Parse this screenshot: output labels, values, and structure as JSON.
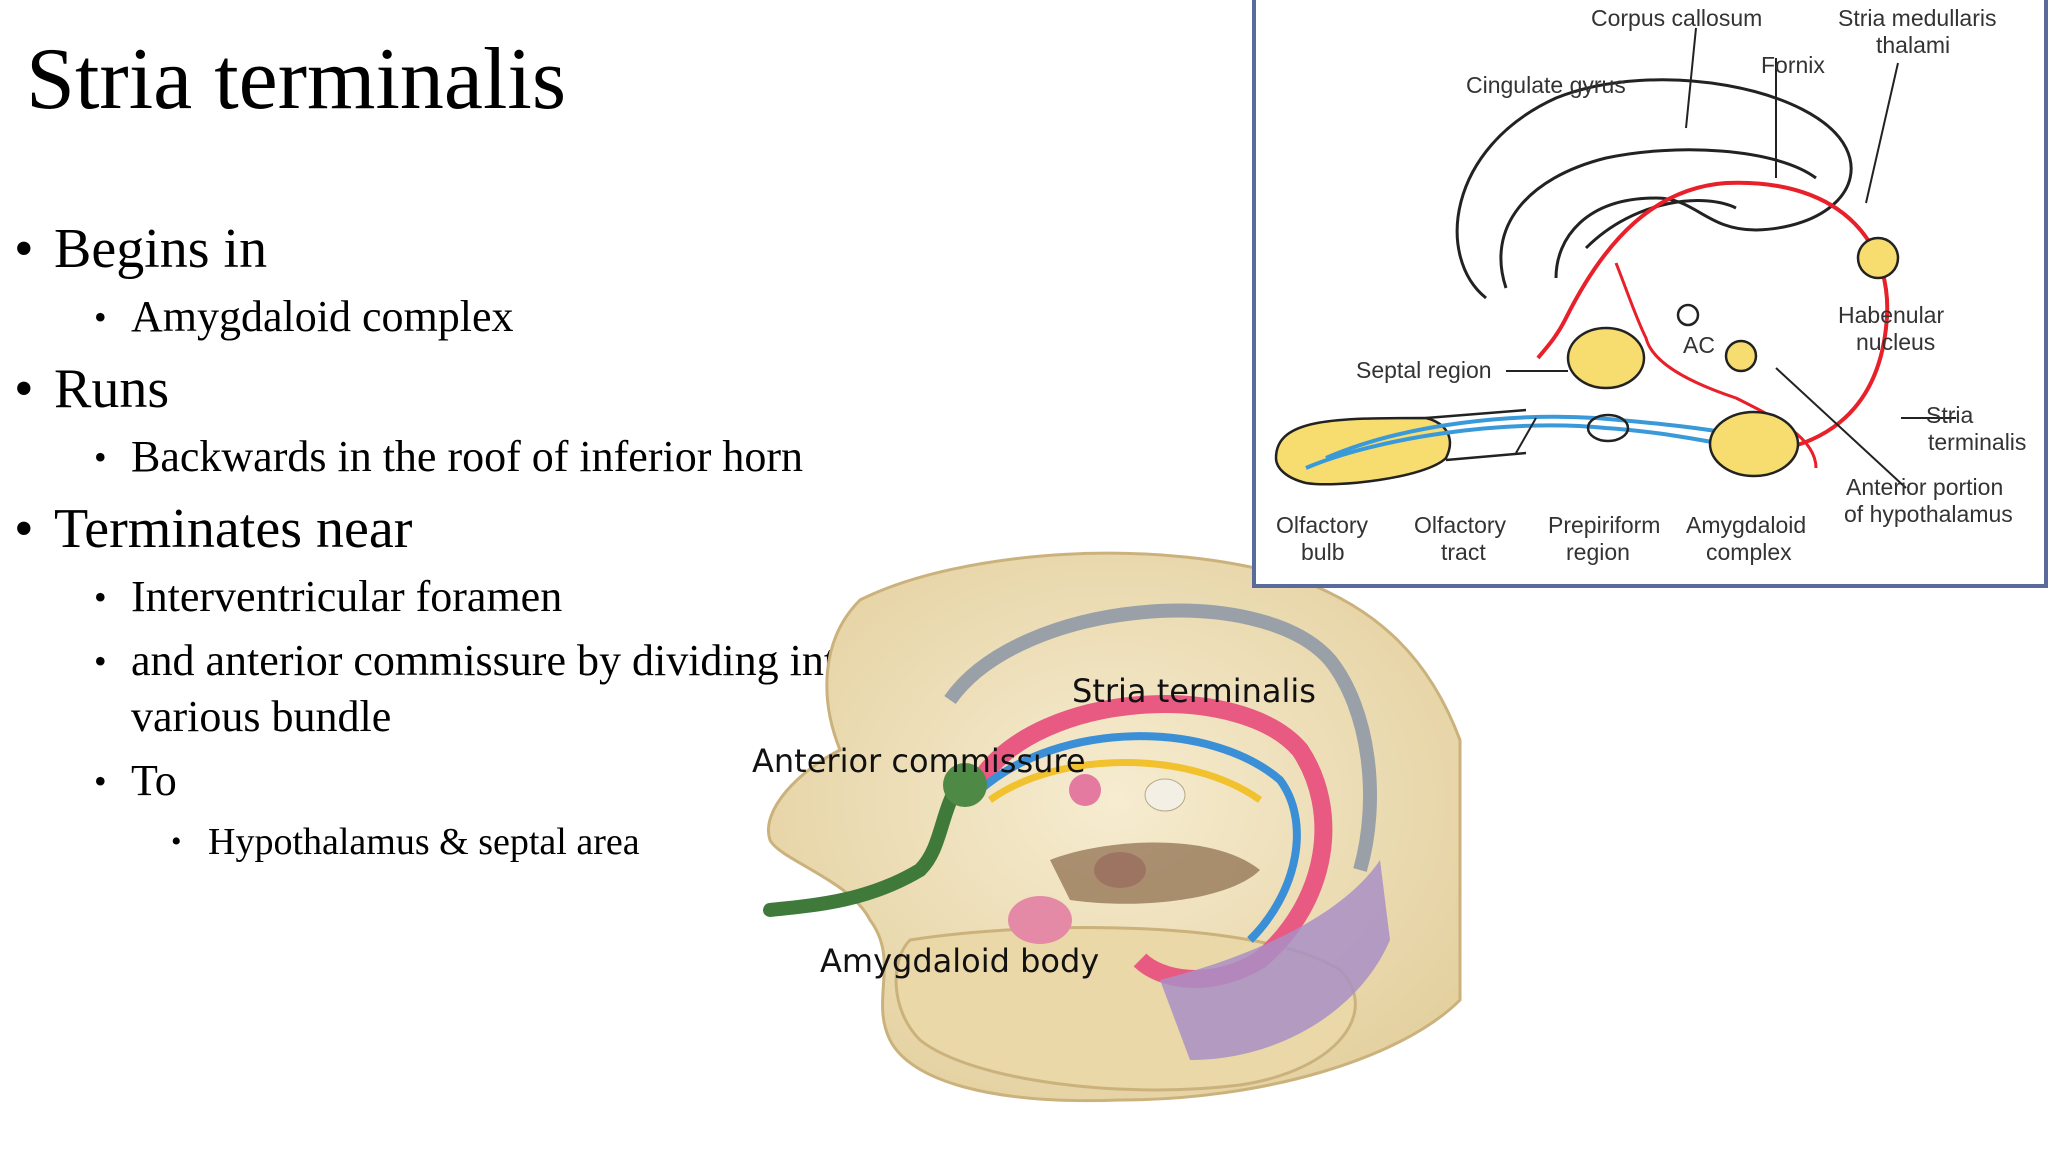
{
  "slide": {
    "title": "Stria terminalis",
    "bullets": [
      {
        "text": "Begins in",
        "subs": [
          {
            "text": "Amygdaloid complex"
          }
        ]
      },
      {
        "text": "Runs",
        "subs": [
          {
            "text": "Backwards in the roof of inferior horn"
          }
        ]
      },
      {
        "text": "Terminates near",
        "subs": [
          {
            "text": "Interventricular foramen"
          },
          {
            "text": "and anterior commissure by dividing into various bundle"
          },
          {
            "text": "To",
            "subs": [
              {
                "text": "Hypothalamus & septal area"
              }
            ]
          }
        ]
      }
    ]
  },
  "brain_labels": {
    "stria_terminalis": "Stria terminalis",
    "anterior_commissure": "Anterior commissure",
    "amygdaloid_body": "Amygdaloid body"
  },
  "inset": {
    "corpus_callosum": "Corpus callosum",
    "stria_medullaris_1": "Stria medullaris",
    "stria_medullaris_2": "thalami",
    "fornix": "Fornix",
    "cingulate_gyrus": "Cingulate gyrus",
    "habenular_1": "Habenular",
    "habenular_2": "nucleus",
    "ac": "AC",
    "septal_region": "Septal region",
    "stria_term_1": "Stria",
    "stria_term_2": "terminalis",
    "ant_hypo_1": "Anterior portion",
    "ant_hypo_2": "of hypothalamus",
    "olf_bulb_1": "Olfactory",
    "olf_bulb_2": "bulb",
    "olf_tract_1": "Olfactory",
    "olf_tract_2": "tract",
    "prepiriform_1": "Prepiriform",
    "prepiriform_2": "region",
    "amygdaloid_1": "Amygdaloid",
    "amygdaloid_2": "complex"
  },
  "colors": {
    "red_tract": "#e8202a",
    "blue_tract": "#3a9ad9",
    "nucleus_fill": "#f7dc6f",
    "inset_border": "#5b6a9c",
    "brain_tissue": "#eedfb5"
  }
}
